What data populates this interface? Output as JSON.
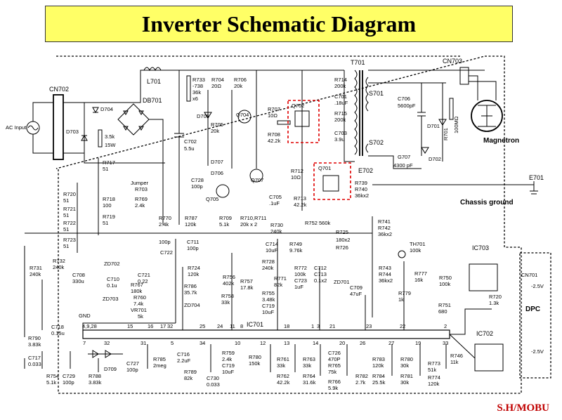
{
  "title": "Inverter Schematic Diagram",
  "footer": "S.H/MOBU",
  "labels": {
    "cn702": "CN702",
    "cn703": "CN703",
    "ac_input": "AC Input",
    "d704": "D704",
    "db701": "DB701",
    "d703": "D703",
    "r_3k5": "3.5k",
    "w15": "15W",
    "l701": "L701",
    "r733": "R733",
    "r733v": "-738",
    "r733k": "36k",
    "x6": "x6",
    "r704": "R704",
    "r704v": "20Ω",
    "r706": "R706",
    "r706v": "20k",
    "q702": "Q702",
    "q704": "Q704",
    "r707": "R707",
    "r707v": "10Ω",
    "r708": "R708",
    "r708v": "42.2k",
    "r705": "R705",
    "r705v": "20k",
    "d705": "D705",
    "c702": "C702",
    "c702v": "5.5u",
    "t701": "T701",
    "r714": "R714",
    "r714v": "200k",
    "c701": "C701",
    "c701v": ".18uF",
    "r715": "R715",
    "r715v": "200k",
    "c703": "C703",
    "c703v": "3.9u",
    "s701": "S701",
    "s702": "S702",
    "c706": "C706",
    "c706v": "5600pF",
    "d701": "D701",
    "r701": "R701",
    "r701v": "100MΩ",
    "g707": "G707",
    "g707v": "4300 pF",
    "d702": "D702",
    "magnetron": "Magnetron",
    "e702": "E702",
    "e701": "E701",
    "chassis": "Chassis ground",
    "d707": "D707",
    "d706": "D706",
    "q707": "Q707",
    "q701": "Q701",
    "r712": "R712",
    "r712v": "10Ω",
    "r713": "R713",
    "r713v": "42.2k",
    "r739": "R739",
    "r740": "R740",
    "r740v": "36kx2",
    "c705": "C705",
    "c705v": ".1uF",
    "q705": "Q705",
    "r709": "R709",
    "r709v": "5.1k",
    "r710": "R710,R711",
    "r710v": "20k x 2",
    "jumper": "Jumper",
    "r703": "R703",
    "r769": "R769",
    "r769v": "2.4k",
    "c728": "C728",
    "c728v": "100p",
    "r717": "R717",
    "r717v": "51",
    "r718": "R718",
    "r718v": "100",
    "r719": "R719",
    "r719v": "51",
    "r720": "R720",
    "r720v": "51",
    "r721": "R721",
    "r721v": "51",
    "r722": "R722",
    "r722v": "51",
    "r723": "R723",
    "r723v": "51",
    "r770": "R770",
    "r770v": "2.4k",
    "r787": "R787",
    "r787v": "120k",
    "r752": "R752  560k",
    "r730": "R730",
    "r730v": "240k",
    "r725": "R725",
    "r725v": "180x2",
    "r726": "R726",
    "r741": "R741",
    "r742": "R742",
    "r742v": "36kx2",
    "th701": "TH701",
    "th701v": "100k",
    "ic703": "IC703",
    "ic702": "IC702",
    "ic701": "IC701",
    "cn701": "CN701",
    "p25v": "-2.5V",
    "m25v": "-2.5V",
    "dpc": "DPC",
    "c714": "C714",
    "c714v": "10uF",
    "r749": "R749",
    "r749v": "9.76k",
    "c711": "C711",
    "c711v": "100p",
    "c722": "C722",
    "p100": "100p",
    "r731": "R731",
    "r731v": "240k",
    "r732": "R732",
    "r732v": "240k",
    "c708": "C708",
    "c708v": "330u",
    "zd702": "ZD702",
    "c710": "C710",
    "c710v": "0.1u",
    "zd703": "ZD703",
    "c721": "C721",
    "c721v": "0.22",
    "r767": "R767",
    "r767v": "180k",
    "r760": "R760",
    "r760v": "7.4k",
    "vr701": "VR701",
    "vr701v": "5k",
    "r724": "R724",
    "r724v": "120k",
    "r786": "R786",
    "r786v": "35.7k",
    "zd704": "ZD704",
    "r756": "R756",
    "r756v": "402k",
    "r757": "R757",
    "r757v": "17.8k",
    "r758": "R758",
    "r758v": "33k",
    "r728": "R728",
    "r728v": "240k",
    "r755": "R755",
    "r755v": "3.48k",
    "c719": "C719",
    "c719v": "10uF",
    "r771": "R771",
    "r771v": "82k",
    "r772": "R772",
    "r772v": "100k",
    "c723": "C723",
    "c723v": "1uF",
    "c712": "C712",
    "c713": "C713",
    "c713v": "0.1x2",
    "zd701": "ZD701",
    "c709": "C709",
    "c709v": "47uF",
    "r743": "R743",
    "r744": "R744",
    "r744v": "36kx2",
    "r779": "R779",
    "r779v": "1k",
    "r777": "R777",
    "r777v": "16k",
    "r750": "R750",
    "r750v": "100k",
    "r751": "R751",
    "r751v": "680",
    "r720b": "R720",
    "r720bv": "1.3k",
    "gnd": "GND",
    "p_4928": "4,9,28",
    "p15": "15",
    "p16": "16",
    "p17": "17",
    "p32a": "32",
    "p25": "25",
    "p24": "24",
    "p11": "11",
    "p8": "8",
    "p18": "18",
    "p1": "1",
    "p3": "3",
    "p21": "21",
    "p23": "23",
    "p22": "22",
    "p2": "2",
    "p7": "7",
    "p32": "32",
    "p31": "31",
    "p5": "5",
    "p34": "34",
    "p10": "10",
    "p12": "12",
    "p13": "13",
    "p14": "14",
    "p20": "20",
    "p26": "26",
    "p27": "27",
    "p19": "19",
    "p33": "33",
    "r790": "R790",
    "r790v": "3.83k",
    "c718": "C718",
    "c718v": "0.15u",
    "c717": "C717",
    "c717v": "0.033",
    "r754": "R754",
    "r754v": "5.1k",
    "c729": "C729",
    "c729v": "100p",
    "r788": "R788",
    "r788v": "3.83k",
    "d709": "D709",
    "c727": "C727",
    "c727v": "100p",
    "r785": "R785",
    "r785v": "2meg",
    "c716": "C716",
    "c716v": "2.2uF",
    "r789": "R789",
    "r789v": "82k",
    "c730": "C730",
    "c730v": "0.033",
    "r759": "R759",
    "r759v": "2.4k",
    "c719b": "C719",
    "c719bv": "10uF",
    "r780": "R780",
    "r780v": "150k",
    "r761": "R761",
    "r761v": "33k",
    "r762": "R762",
    "r762v": "42.2k",
    "r763": "R763",
    "r763v": "33k",
    "r764": "R764",
    "r764v": "31.6k",
    "c726": "C726",
    "c726v": "470P",
    "r765": "R765",
    "r765v": "75k",
    "r766": "R766",
    "r766v": "5.9k",
    "r783": "R783",
    "r783v": "120k",
    "r782": "R782",
    "r782v": "2.7k",
    "r784": "R784",
    "r784v": "25.5k",
    "r780b": "R780",
    "r780bv": "30k",
    "r781": "R781",
    "r781v": "30k",
    "r773": "R773",
    "r773v": "51k",
    "r774": "R774",
    "r774v": "120k",
    "r746": "R746",
    "r746v": "11k"
  }
}
